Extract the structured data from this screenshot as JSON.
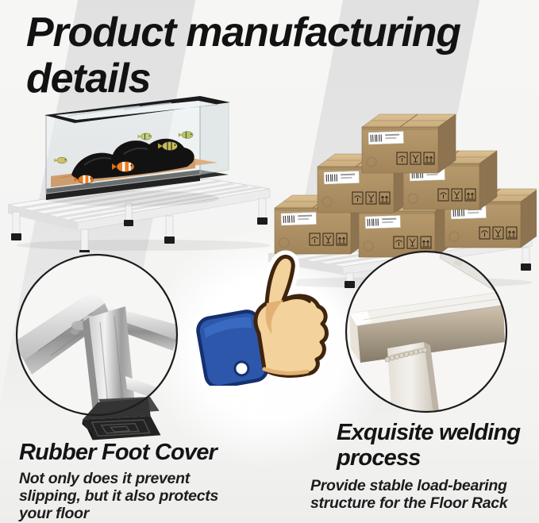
{
  "title": "Product manufacturing\ndetails",
  "callouts": {
    "left": {
      "heading": "Rubber Foot Cover",
      "body": "Not only does it prevent\nslipping, but it also protects\nyour floor"
    },
    "right": {
      "heading": "Exquisite welding\nprocess",
      "body": "Provide stable load-bearing\nstructure for the Floor Rack"
    }
  },
  "photos": {
    "left": "aquarium-on-floor-rack",
    "right": "cardboard-boxes-on-floor-rack",
    "left_detail": "rubber-foot-cover-closeup",
    "right_detail": "welded-corner-closeup"
  },
  "icons": {
    "center": "thumbs-up-icon"
  },
  "colors": {
    "background": "#f4f4f3",
    "stripe_gray": "#e3e3e3",
    "text": "#141414",
    "box_tan": "#b3946a",
    "rack_white": "#f7f7f7",
    "rubber_foot_black": "#1f1f1f",
    "thumb_skin": "#f3d29b",
    "cuff_blue": "#2c57ab",
    "circle_outline": "#1d1d1d"
  }
}
